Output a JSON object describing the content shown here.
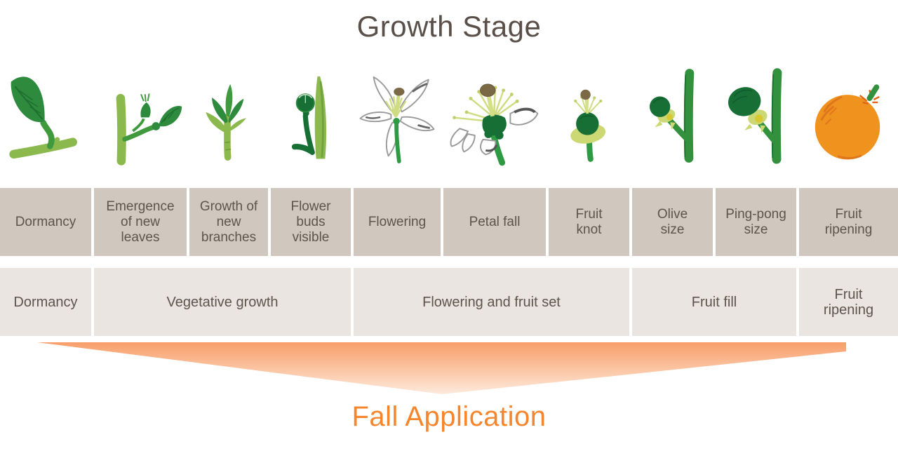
{
  "title": "Growth Stage",
  "stages": [
    {
      "label": "Dormancy",
      "icon": "dormant-branch-icon"
    },
    {
      "label": "Emergence\nof new\nleaves",
      "icon": "new-leaves-icon"
    },
    {
      "label": "Growth of\nnew\nbranches",
      "icon": "new-branches-icon"
    },
    {
      "label": "Flower\nbuds\nvisible",
      "icon": "flower-bud-icon"
    },
    {
      "label": "Flowering",
      "icon": "flower-icon"
    },
    {
      "label": "Petal fall",
      "icon": "petal-fall-icon"
    },
    {
      "label": "Fruit\nknot",
      "icon": "fruit-knot-icon"
    },
    {
      "label": "Olive\nsize",
      "icon": "olive-size-fruit-icon"
    },
    {
      "label": "Ping-pong\nsize",
      "icon": "ping-pong-size-fruit-icon"
    },
    {
      "label": "Fruit\nripening",
      "icon": "ripe-orange-icon"
    }
  ],
  "phases": [
    {
      "label": "Dormancy"
    },
    {
      "label": "Vegetative growth"
    },
    {
      "label": "Flowering and fruit set"
    },
    {
      "label": "Fruit fill"
    },
    {
      "label": "Fruit\nripening"
    }
  ],
  "arrow": {
    "label": "Fall Application"
  },
  "colors": {
    "title_text": "#5a5049",
    "label_text": "#5d544c",
    "stage_row_bg": "#d0c8be",
    "phase_row_bg": "#eae5e1",
    "accent_orange": "#f6862e",
    "arrow_gradient_top": "#f89e6a",
    "arrow_gradient_bottom": "#fdeadd",
    "leaf_green_dark": "#2e8b3e",
    "stem_green_light": "#8cb94d",
    "fruit_green_dark": "#176f35",
    "stamen_pale_green": "#cfdc82",
    "stigma_brown": "#7b6845",
    "orange_fruit": "#f0921e"
  }
}
